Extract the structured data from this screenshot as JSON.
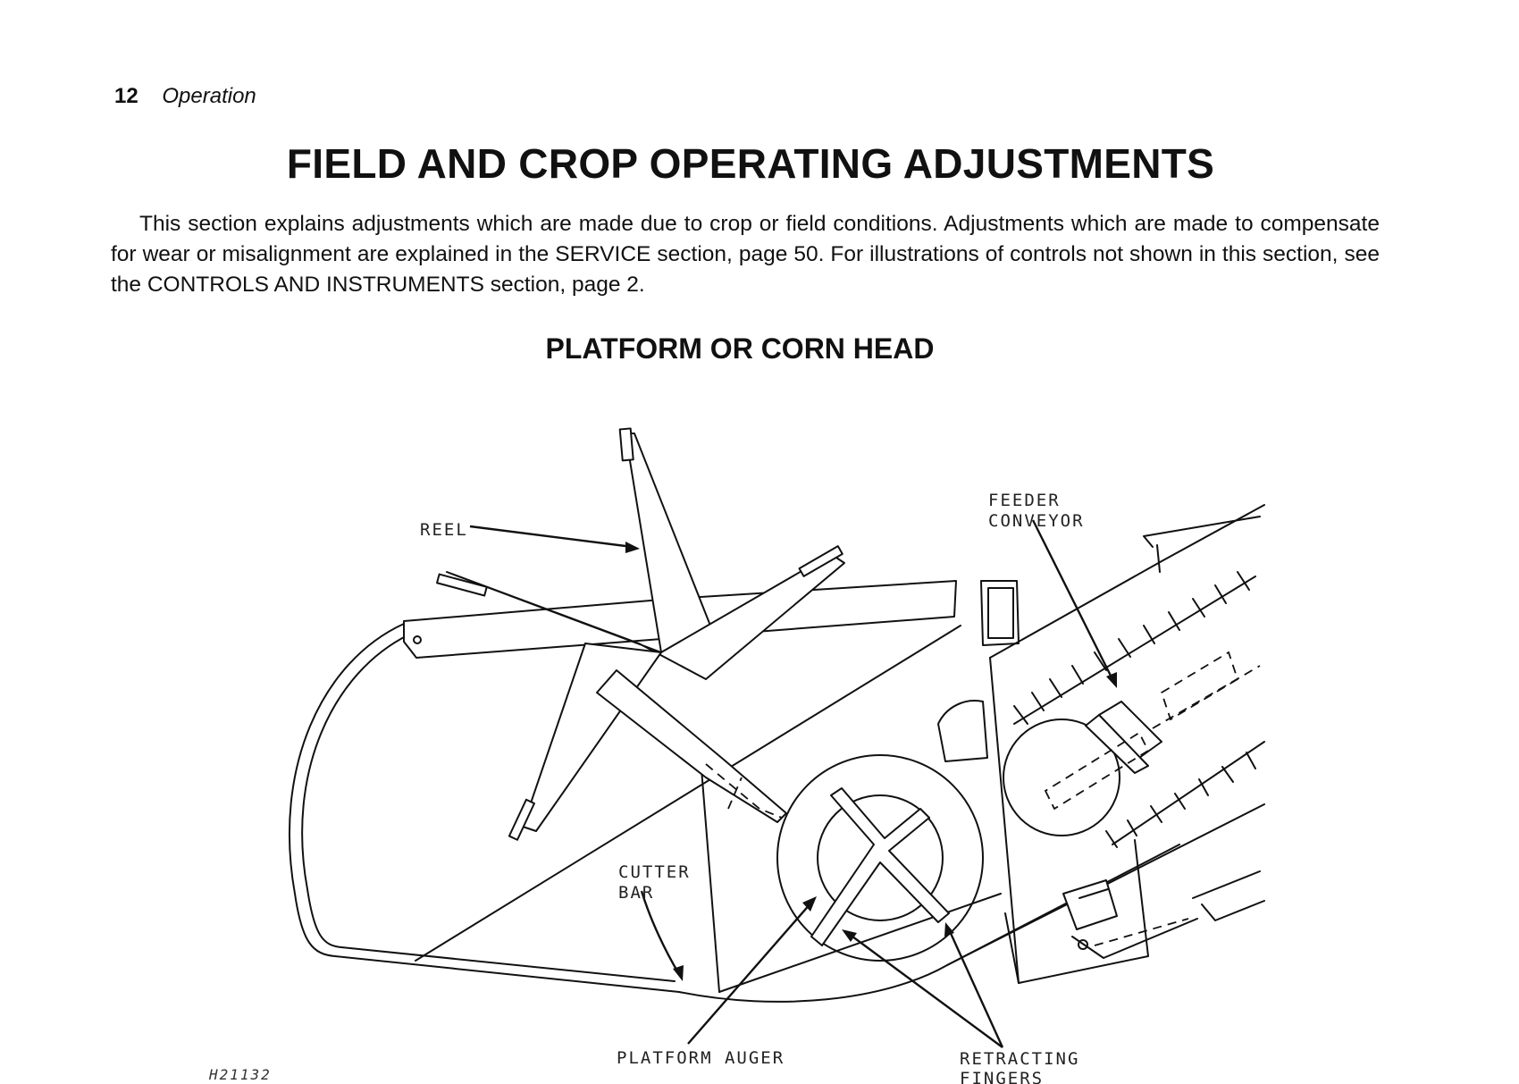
{
  "header": {
    "page_number": "12",
    "section": "Operation"
  },
  "title": "FIELD AND CROP OPERATING ADJUSTMENTS",
  "intro": "This section explains adjustments which are made due to crop or field conditions. Adjustments which are made to compensate for wear or misalignment are explained in the SERVICE section, page 50. For illustrations of controls not shown in this section, see the CONTROLS AND INSTRUMENTS section, page 2.",
  "subheading": "PLATFORM OR CORN HEAD",
  "diagram": {
    "labels": {
      "reel": "REEL",
      "feeder_line1": "FEEDER",
      "feeder_line2": "CONVEYOR",
      "cutter_line1": "CUTTER",
      "cutter_line2": "BAR",
      "platform_auger": "PLATFORM AUGER",
      "fingers_line1": "RETRACTING",
      "fingers_line2": "FINGERS"
    },
    "figure_number": "H21132"
  }
}
